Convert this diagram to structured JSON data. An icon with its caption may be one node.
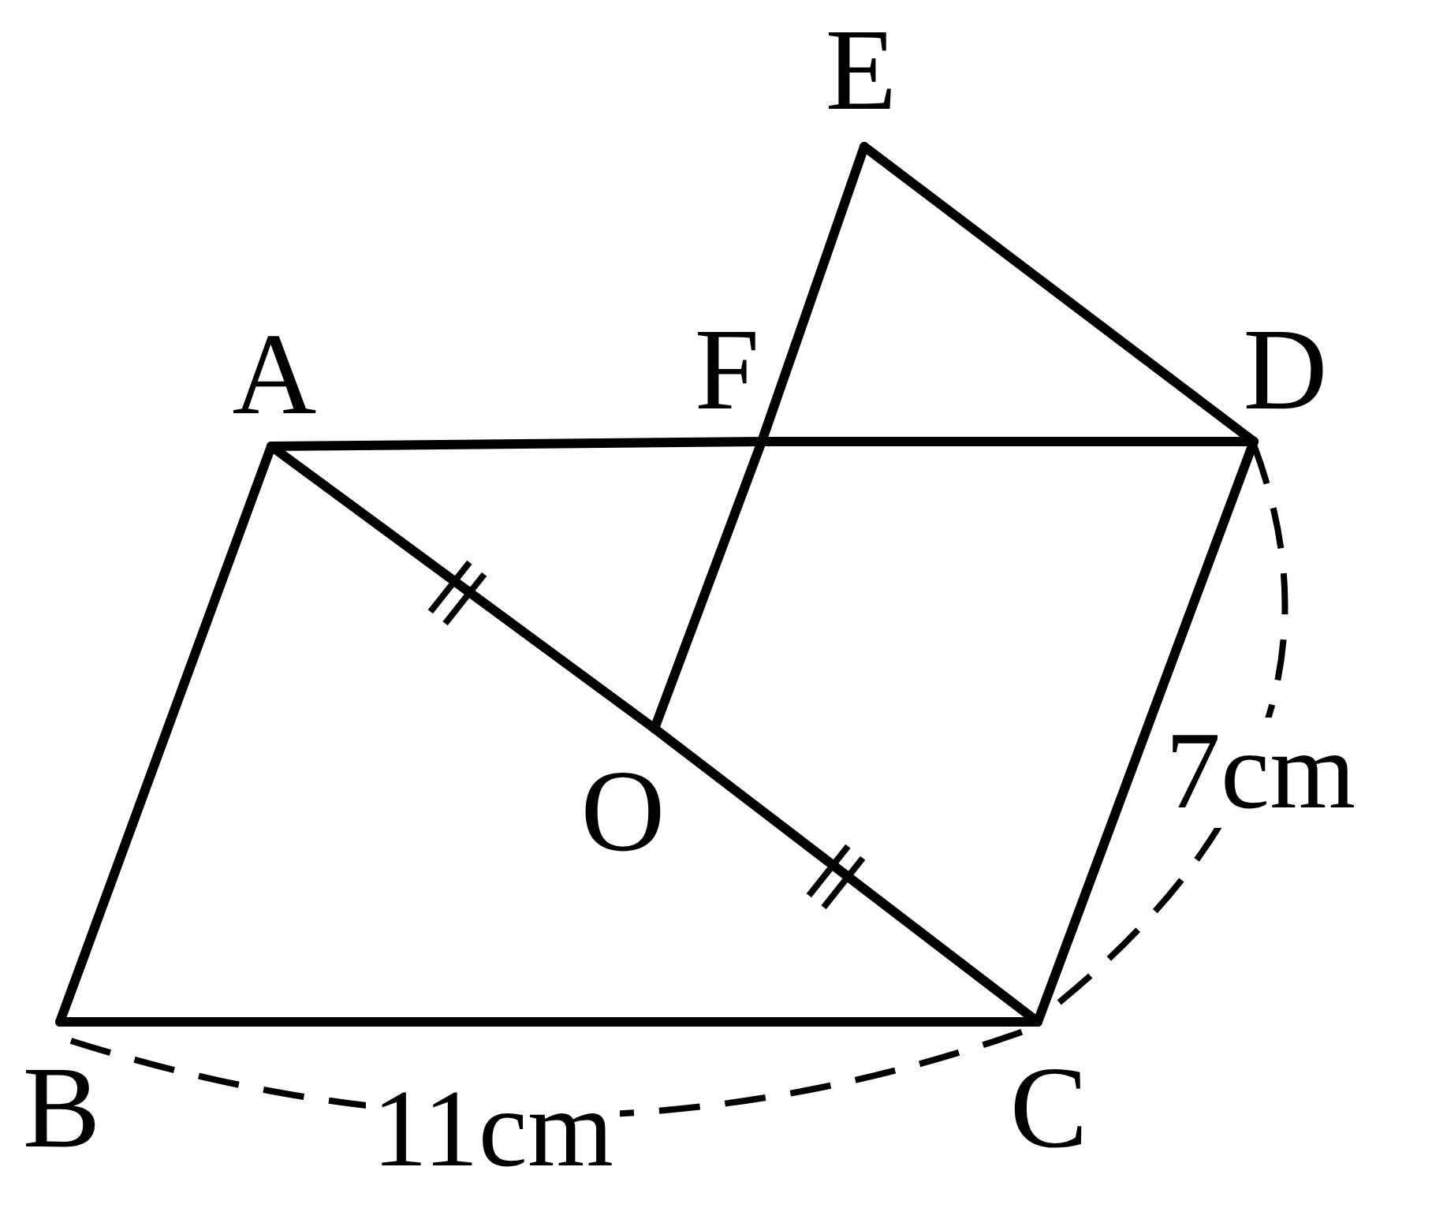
{
  "diagram": {
    "nodes": [
      {
        "text": [
          "A"
        ]
      },
      {
        "text": [
          "B"
        ]
      },
      {
        "text": [
          "C"
        ]
      },
      {
        "text": [
          "D"
        ]
      },
      {
        "text": [
          "E"
        ]
      },
      {
        "text": [
          "F"
        ]
      },
      {
        "text": [
          "O"
        ]
      }
    ],
    "edges": [
      {
        "from": 0,
        "to": 5,
        "arrow": "none"
      },
      {
        "from": 5,
        "to": 3,
        "arrow": "none"
      },
      {
        "from": 0,
        "to": 1,
        "arrow": "none"
      },
      {
        "from": 1,
        "to": 2,
        "arrow": "none"
      },
      {
        "from": 2,
        "to": 3,
        "arrow": "none"
      },
      {
        "from": 0,
        "to": 6,
        "arrow": "none"
      },
      {
        "from": 6,
        "to": 2,
        "arrow": "none"
      },
      {
        "from": 6,
        "to": 5,
        "arrow": "none"
      },
      {
        "from": 5,
        "to": 4,
        "arrow": "none"
      },
      {
        "from": 4,
        "to": 3,
        "arrow": "none"
      }
    ],
    "labels": [
      "7cm",
      "11cm"
    ]
  }
}
